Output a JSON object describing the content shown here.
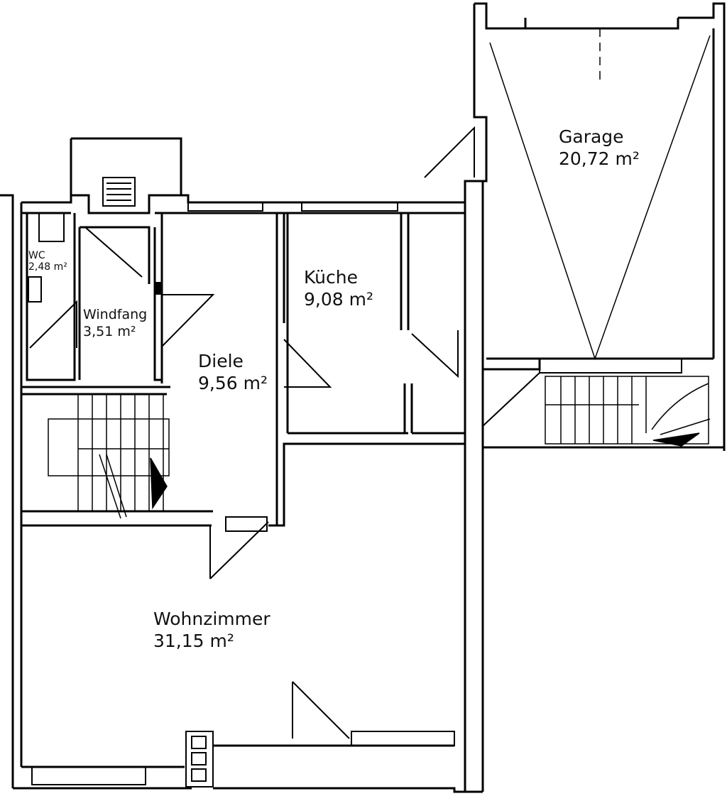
{
  "rooms": {
    "garage": {
      "name": "Garage",
      "area": "20,72 m²"
    },
    "kueche": {
      "name": "Küche",
      "area": "9,08 m²"
    },
    "wc": {
      "name": "WC",
      "area": "2,48 m²"
    },
    "windfang": {
      "name": "Windfang",
      "area": "3,51 m²"
    },
    "diele": {
      "name": "Diele",
      "area": "9,56 m²"
    },
    "wohnzimmer": {
      "name": "Wohnzimmer",
      "area": "31,15 m²"
    }
  }
}
